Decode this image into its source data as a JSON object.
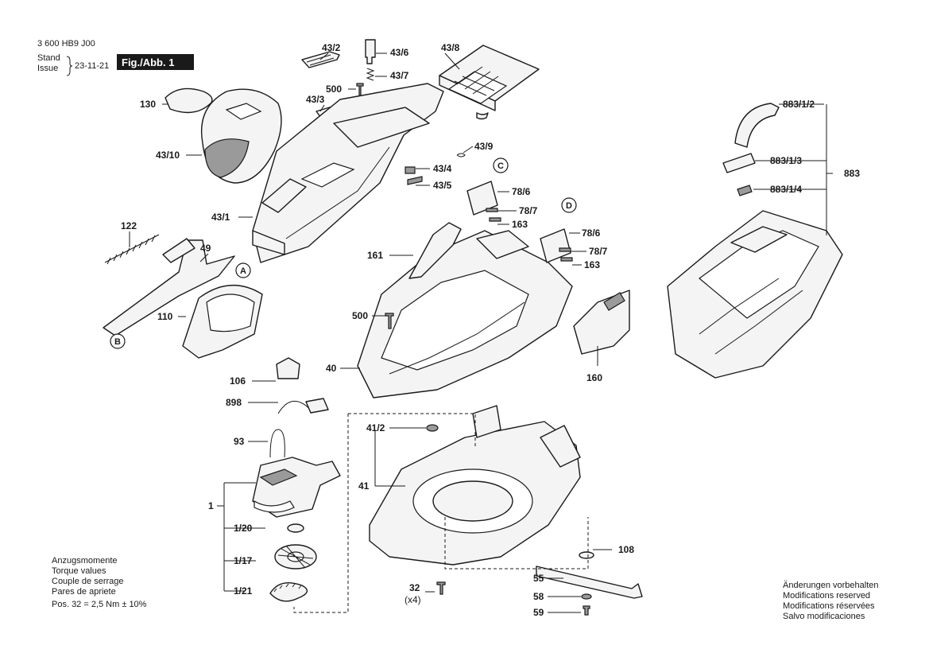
{
  "header": {
    "doc_number": "3 600 HB9 J00",
    "stand_label": "Stand",
    "issue_label": "Issue",
    "date": "23-11-21",
    "figure_badge": "Fig./Abb. 1"
  },
  "callouts": {
    "p43_2": "43/2",
    "p43_6": "43/6",
    "p43_8": "43/8",
    "p43_7": "43/7",
    "p500a": "500",
    "p43_3": "43/3",
    "p130": "130",
    "p43_10": "43/10",
    "p43_9": "43/9",
    "p43_4": "43/4",
    "p43_5": "43/5",
    "p43_1": "43/1",
    "p122": "122",
    "p49": "49",
    "p110": "110",
    "p78_6a": "78/6",
    "p78_7a": "78/7",
    "p163a": "163",
    "p78_6b": "78/6",
    "p78_7b": "78/7",
    "p163b": "163",
    "p161": "161",
    "p500b": "500",
    "p40": "40",
    "p160": "160",
    "p106": "106",
    "p898": "898",
    "p93": "93",
    "p1": "1",
    "p1_20": "1/20",
    "p1_17": "1/17",
    "p1_21": "1/21",
    "p41_2": "41/2",
    "p41": "41",
    "p32": "32",
    "p32_qty": "(x4)",
    "p108": "108",
    "p55": "55",
    "p58": "58",
    "p59": "59",
    "p883_1_2": "883/1/2",
    "p883_1_3": "883/1/3",
    "p883_1_4": "883/1/4",
    "p883": "883"
  },
  "ref_markers": {
    "A": "A",
    "B": "B",
    "C": "C",
    "D": "D"
  },
  "torque_notes": [
    "Anzugsmomente",
    "Torque values",
    "Couple de serrage",
    "Pares de apriete",
    "Pos. 32 = 2,5 Nm  ± 10%"
  ],
  "modification_notes": [
    "Änderungen vorbehalten",
    "Modifications reserved",
    "Modifications réservées",
    "Salvo modificaciones"
  ]
}
